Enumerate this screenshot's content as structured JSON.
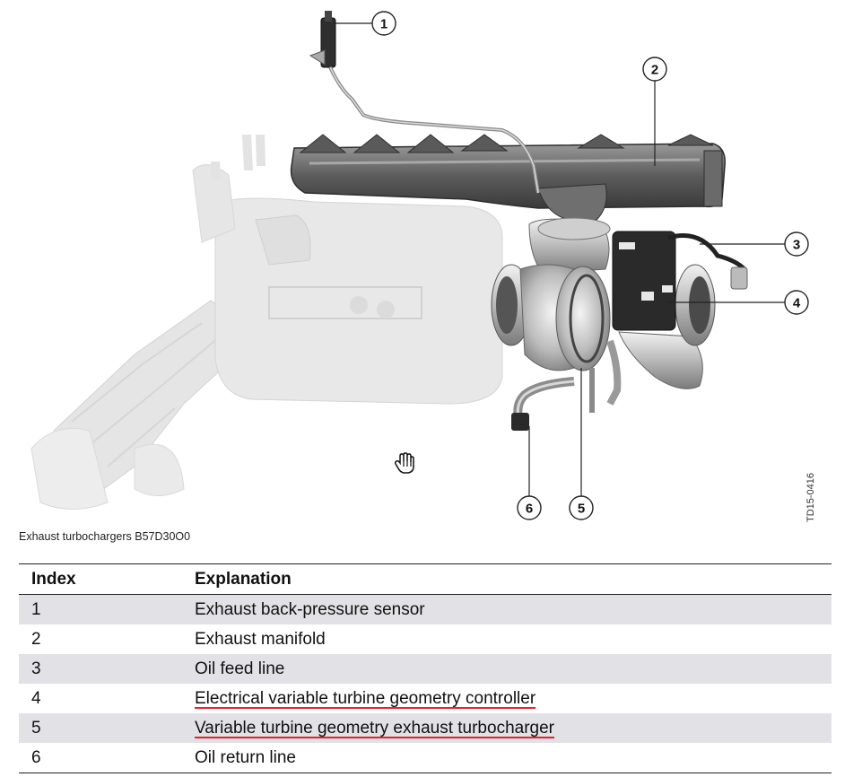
{
  "figure": {
    "callouts": [
      "1",
      "2",
      "3",
      "4",
      "5",
      "6"
    ],
    "ref_code": "TD15-0416"
  },
  "caption": "Exhaust turbochargers B57D30O0",
  "table": {
    "headers": [
      "Index",
      "Explanation"
    ],
    "rows": [
      {
        "index": "1",
        "text": "Exhaust back-pressure sensor"
      },
      {
        "index": "2",
        "text": "Exhaust manifold"
      },
      {
        "index": "3",
        "text": "Oil feed line"
      },
      {
        "index": "4",
        "text": "Electrical variable turbine geometry controller"
      },
      {
        "index": "5",
        "text": "Variable turbine geometry exhaust turbocharger"
      },
      {
        "index": "6",
        "text": "Oil return line"
      }
    ]
  },
  "cursor_icon": "hand-pointer-icon"
}
